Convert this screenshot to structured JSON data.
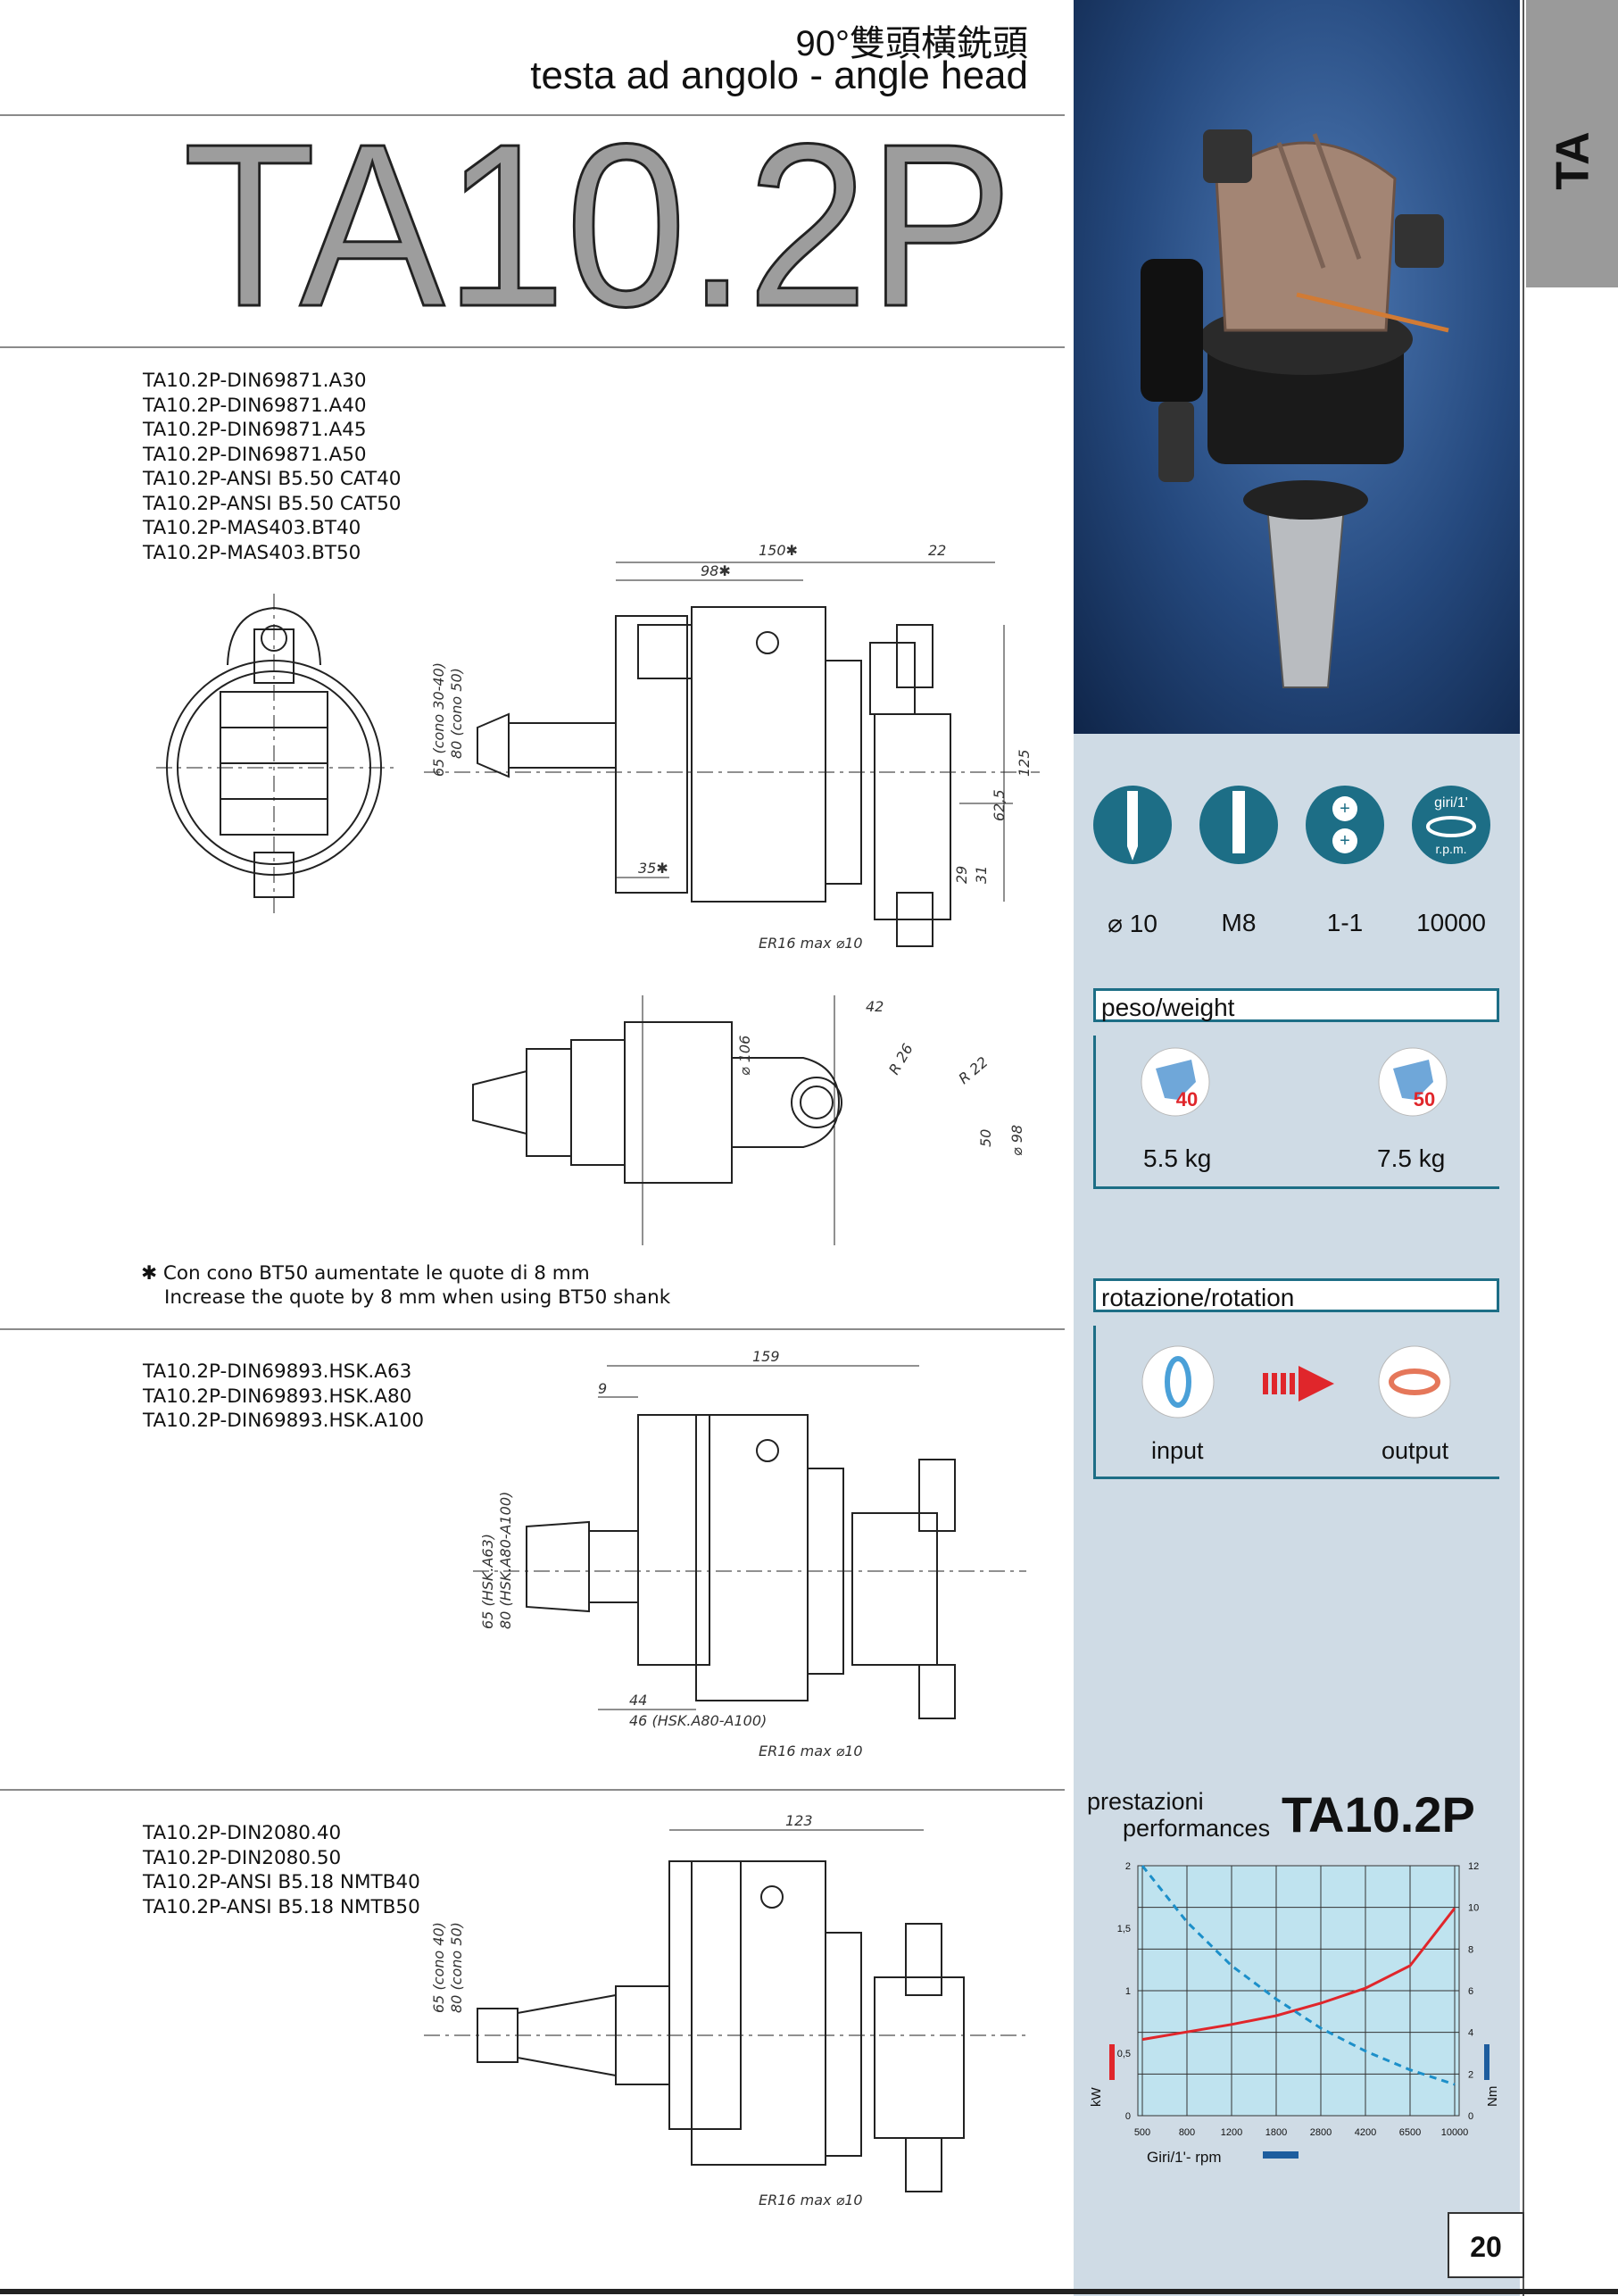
{
  "header": {
    "title_cn": "90°雙頭橫銑頭",
    "title_it_en": "testa ad angolo - angle head",
    "model": "TA10.2P"
  },
  "tab_label": "TA",
  "groups": [
    {
      "codes": [
        "TA10.2P-DIN69871.A30",
        "TA10.2P-DIN69871.A40",
        "TA10.2P-DIN69871.A45",
        "TA10.2P-DIN69871.A50",
        "TA10.2P-ANSI B5.50 CAT40",
        "TA10.2P-ANSI B5.50 CAT50",
        "TA10.2P-MAS403.BT40",
        "TA10.2P-MAS403.BT50"
      ]
    },
    {
      "codes": [
        "TA10.2P-DIN69893.HSK.A63",
        "TA10.2P-DIN69893.HSK.A80",
        "TA10.2P-DIN69893.HSK.A100"
      ]
    },
    {
      "codes": [
        "TA10.2P-DIN2080.40",
        "TA10.2P-DIN2080.50",
        "TA10.2P-ANSI B5.18 NMTB40",
        "TA10.2P-ANSI B5.18 NMTB50"
      ]
    }
  ],
  "note": {
    "star": "✱",
    "line1": "Con cono BT50 aumentate le quote di 8 mm",
    "line2": "Increase the quote by 8 mm when using BT50 shank"
  },
  "dims": {
    "d150": "150✱",
    "d22": "22",
    "d98": "98✱",
    "d35": "35✱",
    "d65a": "65 (cono 30-40)",
    "d80a": "80 (cono 50)",
    "d125": "125",
    "d625": "62,5",
    "d31": "31",
    "d29": "29",
    "er16": "ER16 max ⌀10",
    "d42": "42",
    "d106": "⌀ 106",
    "r26": "R 26",
    "r22": "R 22",
    "d50": "50",
    "d98b": "⌀ 98",
    "d159": "159",
    "d9": "9",
    "d65hsk": "65 (HSK.A63)",
    "d80hsk": "80 (HSK.A80-A100)",
    "d44": "44",
    "d46": "46 (HSK.A80-A100)",
    "d123": "123",
    "d65c": "65 (cono 40)",
    "d80c": "80 (cono 50)"
  },
  "specs": {
    "items": [
      {
        "icon": "drill-bit-icon",
        "label": "⌀ 10"
      },
      {
        "icon": "tap-icon",
        "label": "M8"
      },
      {
        "icon": "gear-ratio-icon",
        "label": "1-1"
      },
      {
        "icon": "rpm-icon",
        "label": "10000",
        "badge_top": "giri/1'",
        "badge_bottom": "r.p.m."
      }
    ]
  },
  "weight": {
    "title": "peso/weight",
    "items": [
      {
        "badge": "40",
        "value": "5.5 kg"
      },
      {
        "badge": "50",
        "value": "7.5 kg"
      }
    ]
  },
  "rotation": {
    "title": "rotazione/rotation",
    "input_label": "input",
    "output_label": "output"
  },
  "performance": {
    "title_it": "prestazioni",
    "title_en": "performances",
    "model": "TA10.2P"
  },
  "chart_data": {
    "type": "line",
    "xlabel": "Giri/1'- rpm",
    "x_ticks": [
      "500",
      "800",
      "1200",
      "1800",
      "2800",
      "4200",
      "6500",
      "10000"
    ],
    "left_axis": {
      "label": "kW",
      "ticks": [
        "0",
        "0,5",
        "1",
        "1,5",
        "2"
      ],
      "ylim": [
        0,
        2
      ]
    },
    "right_axis": {
      "label": "Nm",
      "ticks": [
        "0",
        "2",
        "4",
        "6",
        "8",
        "10",
        "12"
      ],
      "ylim": [
        0,
        12
      ]
    },
    "series": [
      {
        "axis": "left",
        "color": "#e0262b",
        "style": "solid",
        "points": [
          [
            500,
            0.61
          ],
          [
            800,
            0.67
          ],
          [
            1200,
            0.73
          ],
          [
            1800,
            0.8
          ],
          [
            2800,
            0.9
          ],
          [
            4200,
            1.02
          ],
          [
            6500,
            1.2
          ],
          [
            10000,
            1.66
          ]
        ]
      },
      {
        "axis": "right",
        "color": "#1c8fc9",
        "style": "dashed",
        "points": [
          [
            500,
            12
          ],
          [
            800,
            9.3
          ],
          [
            1200,
            7.2
          ],
          [
            1800,
            5.6
          ],
          [
            2800,
            4.2
          ],
          [
            4200,
            3.1
          ],
          [
            6500,
            2.2
          ],
          [
            10000,
            1.5
          ]
        ]
      }
    ]
  },
  "page_number": "20"
}
